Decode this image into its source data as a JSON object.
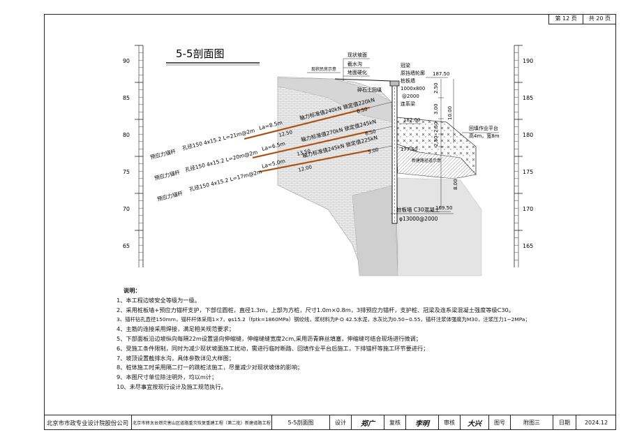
{
  "page": {
    "current": "第 12 页",
    "total": "共 20 页"
  },
  "title": "5-5剖面图",
  "scale": {
    "left_labels": [
      "90",
      "85",
      "80",
      "75",
      "70",
      "65"
    ],
    "right_labels": [
      "190",
      "185",
      "180",
      "175",
      "170",
      "165"
    ]
  },
  "labels": {
    "survey_house": "现状民房示意",
    "slope_top_1": "现状坡面",
    "slope_top_2": "截水沟",
    "slope_top_3": "地面硬化",
    "crown_beam": "冠梁",
    "retaining": "原挡墙轮廓",
    "pile_wall": "桩板墙",
    "rubble_wall": "碎石土回填",
    "pile_size": "1000x800",
    "pile_spacing": "@2000",
    "tie_beam": "连系梁",
    "platform_1": "回填作业平台",
    "platform_2": "高4m，宽8m",
    "new_road": "新建路径道示意",
    "pile_bottom_1": "桩板墙 C30混凝土",
    "pile_bottom_2": "φ13000@2000",
    "elev_top": "187.50",
    "elev_mid": "182.00",
    "elev_177": "177.50",
    "elev_bottom": "169.50",
    "dim_250a": "2.50",
    "dim_300": "3.00",
    "dim_1000": "10.00",
    "dim_250b": "2.50",
    "dim_250c": "2.50",
    "dim_800": "8.00"
  },
  "anchors": [
    {
      "name": "预应力锚杆",
      "spec": "孔径150 4x15.2 L=21m@2m",
      "la": "La=8.5m",
      "force": "轴力标准值240kN 锁定值220kN",
      "free": "12.50",
      "bond": "8.50"
    },
    {
      "name": "预应力锚杆",
      "spec": "孔径150 4x15.2 L=20m@2m",
      "la": "La=6.5m",
      "force": "轴力标准值270kN 锁定值245kN",
      "free": "13.50",
      "bond": "6.50"
    },
    {
      "name": "预应力锚杆",
      "spec": "孔径150 4x15.2 L=17m@2m",
      "la": "La=5.0m",
      "force": "轴力标准值245kN 锁定值225kN",
      "free": "12.00",
      "bond": "5.00"
    }
  ],
  "notes": {
    "heading": "说明：",
    "lines": [
      "1、本工程边坡安全等级为一级。",
      "2、采用桩板墙+预应力锚杆支护，下部位圆桩，直径1.3m，上部为方桩，尺寸1.0m×0.8m，3排预应力锚杆，支护桩、冠梁及连系梁混凝土强度等级C30。",
      "3、锚杆钻孔直径150mm，锚杆杆体采用1×7，φs15.2（fptk=1860MPa）钢绞线，浆材料为P·O 42.5水泥，水灰比为0.50~0.55，锚杆注浆体强度为M30，注浆压力1~2MPa；",
      "4、主筋的连接采用焊接，满足相关规范要求；",
      "5、下部面板沿边坡纵向每隔22m设置竖向伸缩缝，伸缩缝缝宽度2cm,采用沥青麻丝填塞，伸缩缝可结合现场进行微调；",
      "6、受施工条件限制，同时为减少现状坡面施工扰动，需进行临时断路、回填作业平台后施工，下排锚杆等施工环节要进行；",
      "7、坡顶设置截排水沟，具体参数详见大样图；",
      "8、桩体施工时采用隔二打一的跳桩法施工，尽量减少对现状坡体的影响；",
      "9、本图尺寸单位除注明外，均以m计；",
      "10、未尽事宜按现行设计及施工规范执行。"
    ]
  },
  "titlebar": {
    "company": "北京市市政专业设计院股份公司",
    "project": "北京市转太台燃灾害山区道路重灾恢复重建工程（第二批）新建道路工程",
    "drawing": "5-5剖面图",
    "design_label": "设计",
    "design_sig": "郑广",
    "review_label": "复核",
    "review_sig": "李明",
    "check_label": "审核",
    "check_sig": "大兴",
    "fig_label": "图号",
    "fig_no": "附图三",
    "date_label": "日期",
    "date": "2024.12"
  }
}
